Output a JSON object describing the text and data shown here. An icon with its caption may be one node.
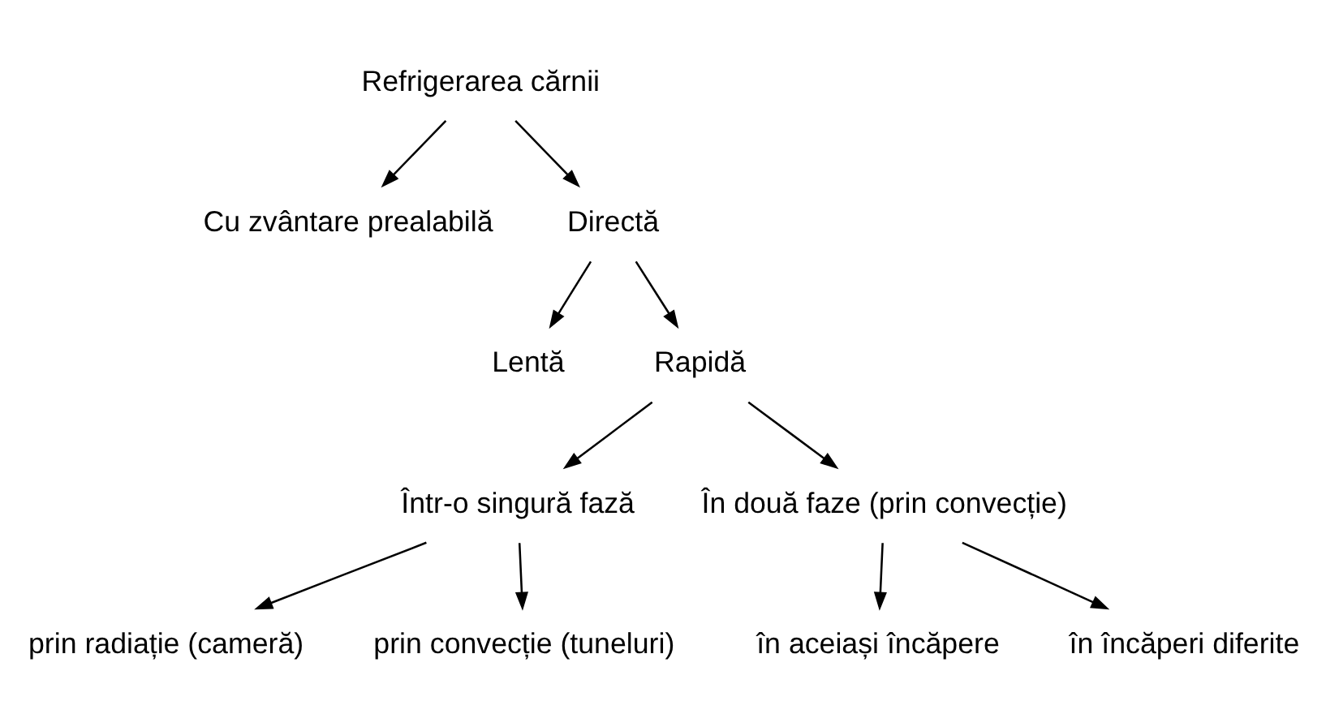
{
  "diagram": {
    "nodes": [
      {
        "text": [
          "Refrigerarea cărnii"
        ]
      },
      {
        "text": [
          "Cu zvântare prealabilă"
        ]
      },
      {
        "text": [
          "Directă"
        ]
      },
      {
        "text": [
          "Lentă"
        ]
      },
      {
        "text": [
          "Rapidă"
        ]
      },
      {
        "text": [
          "Într-o singură fază"
        ]
      },
      {
        "text": [
          "În două faze (prin convecție)"
        ]
      },
      {
        "text": [
          "prin radiație (cameră)"
        ]
      },
      {
        "text": [
          "prin convecție (tuneluri)"
        ]
      },
      {
        "text": [
          "în aceiași încăpere"
        ]
      },
      {
        "text": [
          "în încăperi diferite"
        ]
      }
    ],
    "edges": [
      {
        "from": 0,
        "to": 1,
        "arrow": "to"
      },
      {
        "from": 0,
        "to": 2,
        "arrow": "to"
      },
      {
        "from": 2,
        "to": 3,
        "arrow": "to"
      },
      {
        "from": 2,
        "to": 4,
        "arrow": "to"
      },
      {
        "from": 4,
        "to": 5,
        "arrow": "to"
      },
      {
        "from": 4,
        "to": 6,
        "arrow": "to"
      },
      {
        "from": 5,
        "to": 7,
        "arrow": "to"
      },
      {
        "from": 5,
        "to": 8,
        "arrow": "to"
      },
      {
        "from": 6,
        "to": 9,
        "arrow": "to"
      },
      {
        "from": 6,
        "to": 10,
        "arrow": "to"
      }
    ]
  }
}
